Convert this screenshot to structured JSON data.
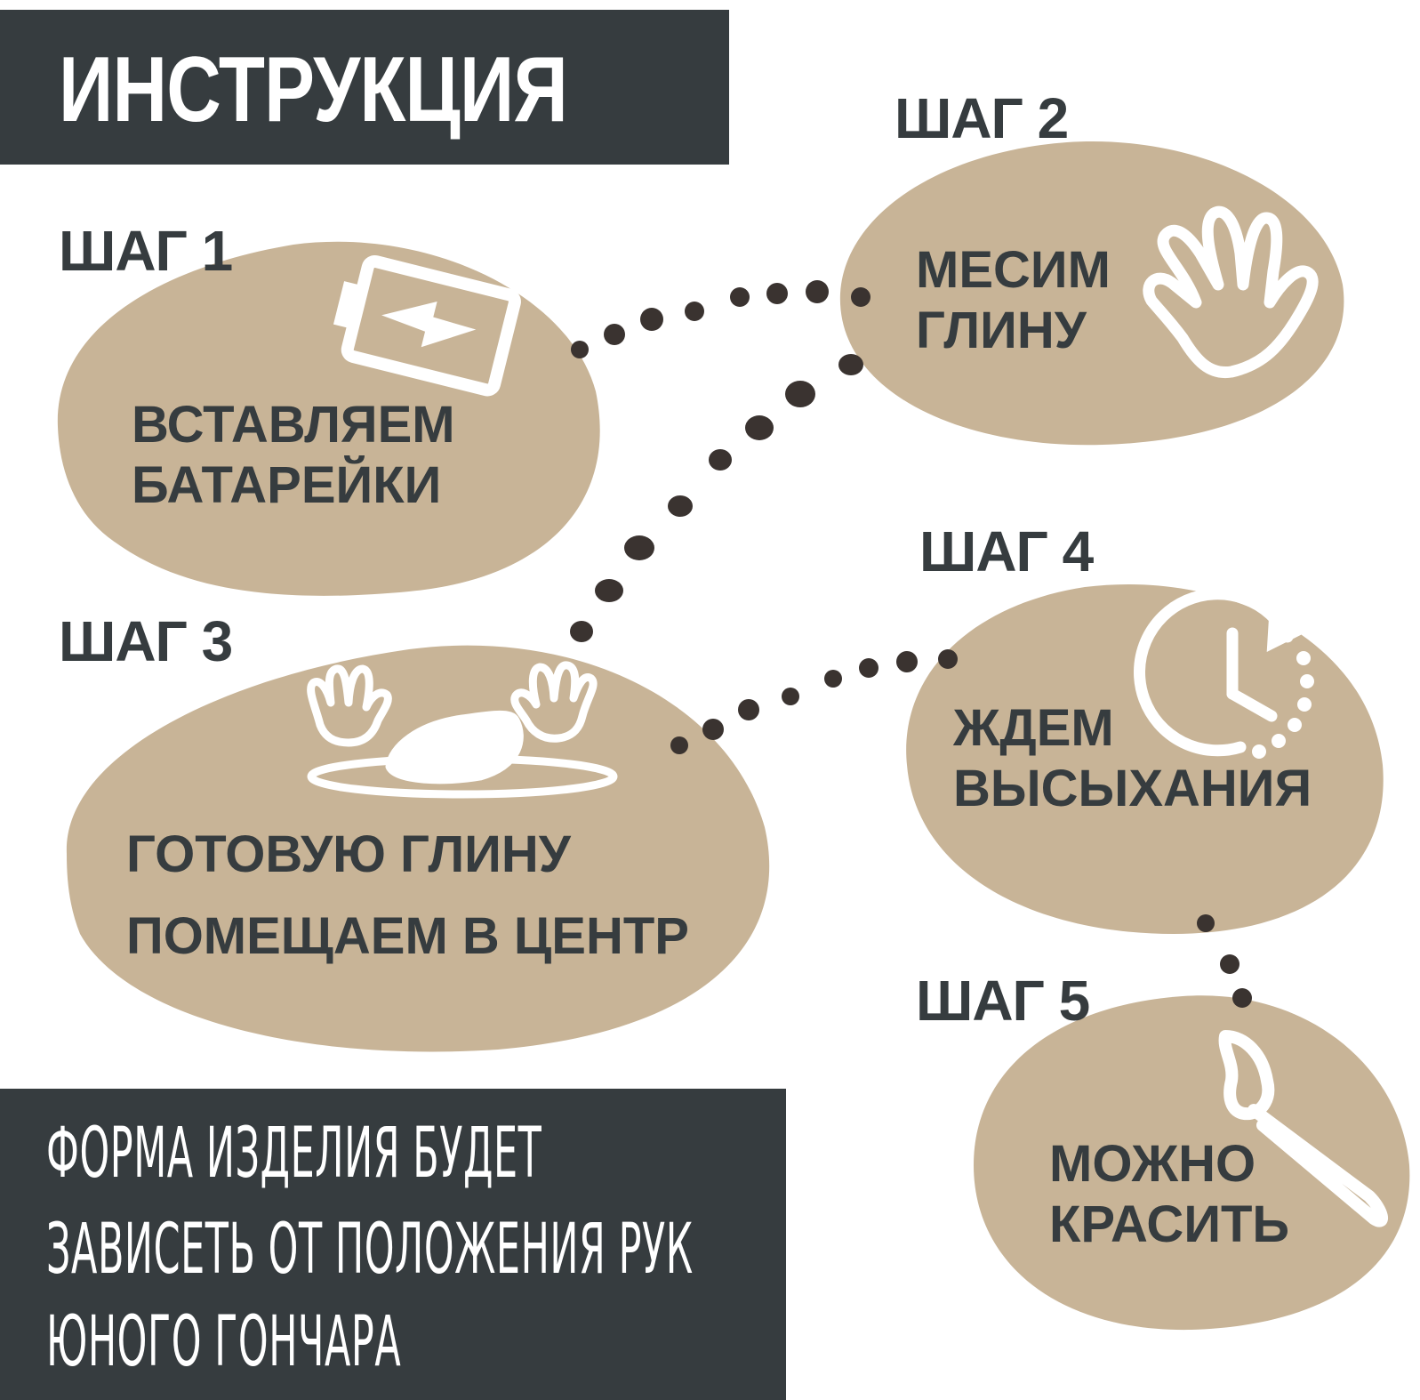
{
  "header": {
    "title": "ИНСТРУКЦИЯ"
  },
  "steps": [
    {
      "label": "ШАГ 1",
      "lines": [
        "ВСТАВЛЯЕМ",
        "БАТАРЕЙКИ"
      ],
      "icon": "battery-icon"
    },
    {
      "label": "ШАГ 2",
      "lines": [
        "МЕСИМ",
        "ГЛИНУ"
      ],
      "icon": "hand-icon"
    },
    {
      "label": "ШАГ 3",
      "lines": [
        "ГОТОВУЮ ГЛИНУ",
        "ПОМЕЩАЕМ В ЦЕНТР"
      ],
      "icon": "hands-clay-wheel-icon"
    },
    {
      "label": "ШАГ 4",
      "lines": [
        "ЖДЕМ",
        "ВЫСЫХАНИЯ"
      ],
      "icon": "clock-refresh-icon"
    },
    {
      "label": "ШАГ 5",
      "lines": [
        "МОЖНО",
        "КРАСИТЬ"
      ],
      "icon": "paintbrush-icon"
    }
  ],
  "note": {
    "lines": [
      "ФОРМА ИЗДЕЛИЯ БУДЕТ",
      "ЗАВИСЕТЬ ОТ ПОЛОЖЕНИЯ РУК",
      "ЮНОГО ГОНЧАРА"
    ]
  },
  "colors": {
    "dark": "#363c3f",
    "blob": "#c8b497",
    "dots": "#3a3330",
    "white": "#ffffff"
  }
}
